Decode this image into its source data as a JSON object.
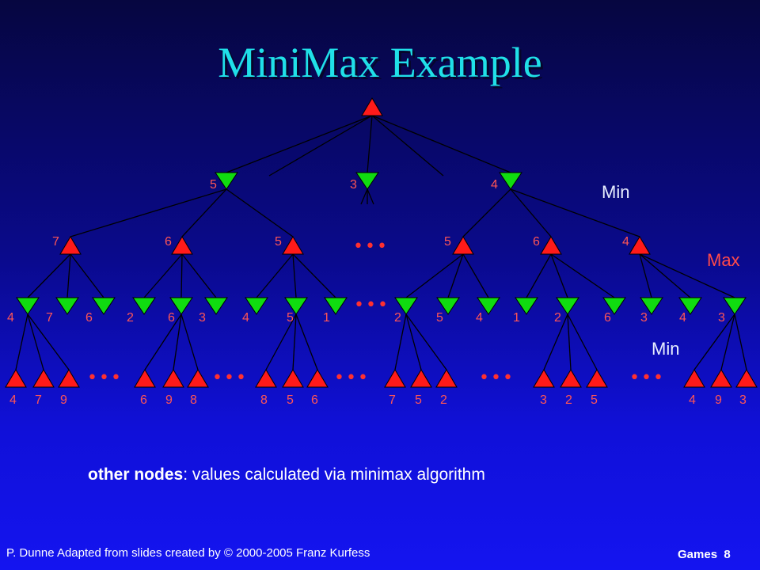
{
  "title": "MiniMax Example",
  "labels": {
    "min_upper": "Min",
    "max": "Max",
    "min_lower": "Min"
  },
  "caption": {
    "bold": "other nodes",
    "rest": ": values calculated via minimax algorithm"
  },
  "footer": {
    "left": "P. Dunne  Adapted from slides created by © 2000-2005 Franz Kurfess",
    "right_course": "Games",
    "right_page": "8"
  },
  "colors": {
    "max_node": "#ff1a1a",
    "min_node": "#10dc10",
    "edge": "#000000",
    "title": "#20e0e8",
    "value_text": "#ff5555"
  },
  "tree": {
    "root": {
      "type": "max",
      "value": ""
    },
    "level1_min": [
      "5",
      "3",
      "4"
    ],
    "level2_max": [
      "7",
      "6",
      "5",
      "5",
      "6",
      "4"
    ],
    "level3_min": [
      "4",
      "7",
      "6",
      "2",
      "6",
      "3",
      "4",
      "5",
      "1",
      "2",
      "5",
      "4",
      "1",
      "2",
      "6",
      "3",
      "4",
      "3"
    ],
    "level4_max_leaves": [
      "4",
      "7",
      "9",
      "6",
      "9",
      "8",
      "8",
      "5",
      "6",
      "7",
      "5",
      "2",
      "3",
      "2",
      "5",
      "4",
      "9",
      "3"
    ],
    "ellipsis": "•••"
  }
}
